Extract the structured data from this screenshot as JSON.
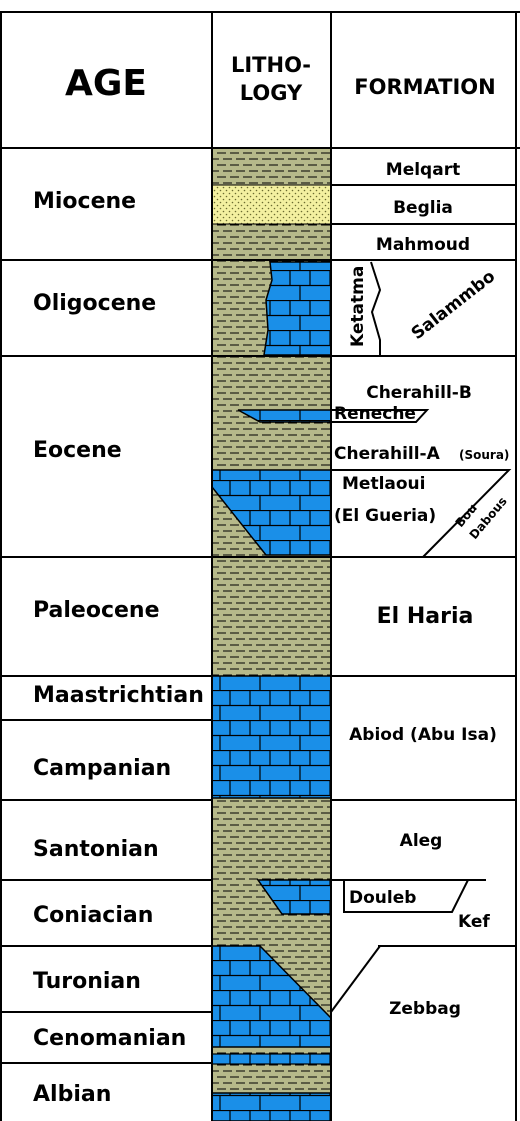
{
  "headers": {
    "age": "AGE",
    "lithology": [
      "LITHO-",
      "LOGY"
    ],
    "formation": "FORMATION"
  },
  "ages": [
    "Miocene",
    "Oligocene",
    "Eocene",
    "Paleocene",
    "Maastrichtian",
    "Campanian",
    "Santonian",
    "Coniacian",
    "Turonian",
    "Cenomanian",
    "Albian"
  ],
  "formations": {
    "melqart": "Melqart",
    "beglia": "Beglia",
    "mahmoud": "Mahmoud",
    "ketatma": "Ketatma",
    "salammbo": "Salammbo",
    "cherahill_b": "Cherahill-B",
    "reneche": "Reneche",
    "cherahill_a": "Cherahill-A",
    "soura": "(Soura)",
    "metlaoui": "Metlaoui",
    "el_gueria": "(El Gueria)",
    "bou": "Bou",
    "dabous": "Dabous",
    "el_haria": "El Haria",
    "abiod": "Abiod (Abu Isa)",
    "aleg": "Aleg",
    "douleb": "Douleb",
    "kef": "Kef",
    "zebbag": "Zebbag"
  },
  "colors": {
    "shale": "#b6b98a",
    "limestone": "#1a8fe8",
    "sand": "#f3f0a0",
    "line": "#000000"
  }
}
